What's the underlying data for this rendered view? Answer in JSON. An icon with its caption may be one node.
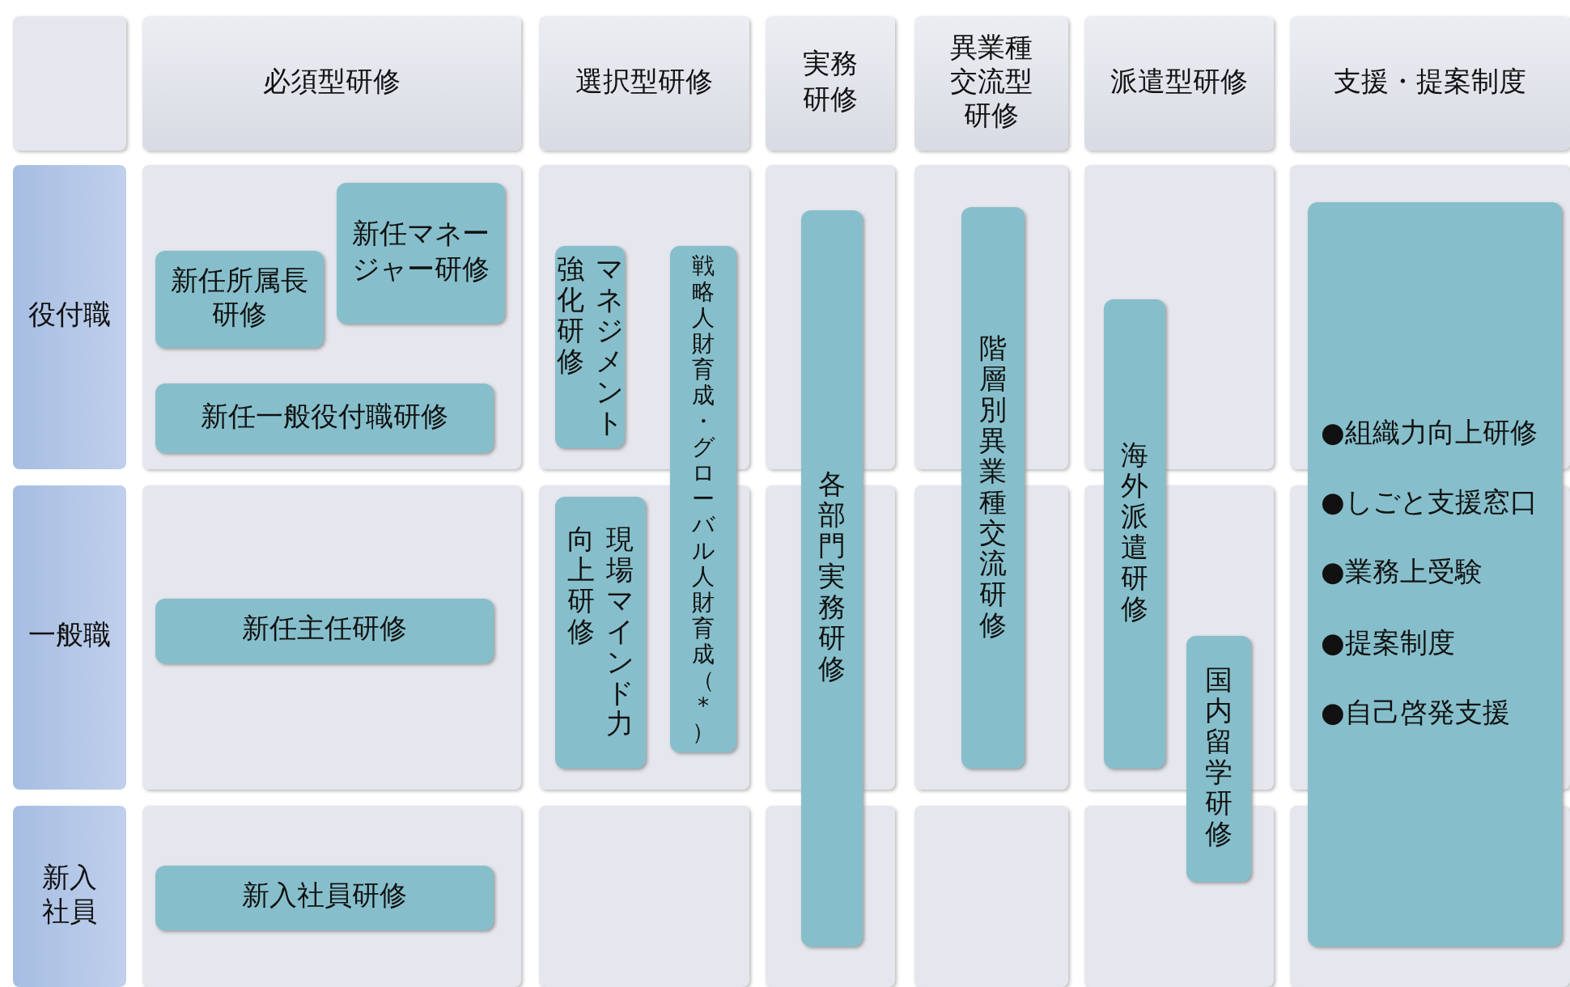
{
  "diagram": {
    "nodes": [
      {
        "text": [
          "必須型研修"
        ]
      },
      {
        "text": [
          "選択型研修"
        ]
      },
      {
        "text": [
          "実務研修"
        ]
      },
      {
        "text": [
          "異業種交流型研修"
        ]
      },
      {
        "text": [
          "派遣型研修"
        ]
      },
      {
        "text": [
          "支援・提案制度"
        ]
      },
      {
        "text": [
          "役付職"
        ]
      },
      {
        "text": [
          "一般職"
        ]
      },
      {
        "text": [
          "新入社員"
        ]
      },
      {
        "text": [
          "新任マネージャー研修"
        ]
      },
      {
        "text": [
          "新任所属長研修"
        ]
      },
      {
        "text": [
          "新任一般役付職研修"
        ]
      },
      {
        "text": [
          "マネジメント強化研修"
        ]
      },
      {
        "text": [
          "戦略人財育成・グローバル人財育成（*）"
        ]
      },
      {
        "text": [
          "現場マインド力向上研修"
        ]
      },
      {
        "text": [
          "新任主任研修"
        ]
      },
      {
        "text": [
          "新入社員研修"
        ]
      },
      {
        "text": [
          "各部門実務研修"
        ]
      },
      {
        "text": [
          "階層別異業種交流研修"
        ]
      },
      {
        "text": [
          "海外派遣研修"
        ]
      },
      {
        "text": [
          "国内留学研修"
        ]
      },
      {
        "text": [
          "●組織力向上研修",
          "●しごと支援窓口",
          "●業務上受験",
          "●提案制度",
          "●自己啓発支援"
        ]
      }
    ]
  }
}
